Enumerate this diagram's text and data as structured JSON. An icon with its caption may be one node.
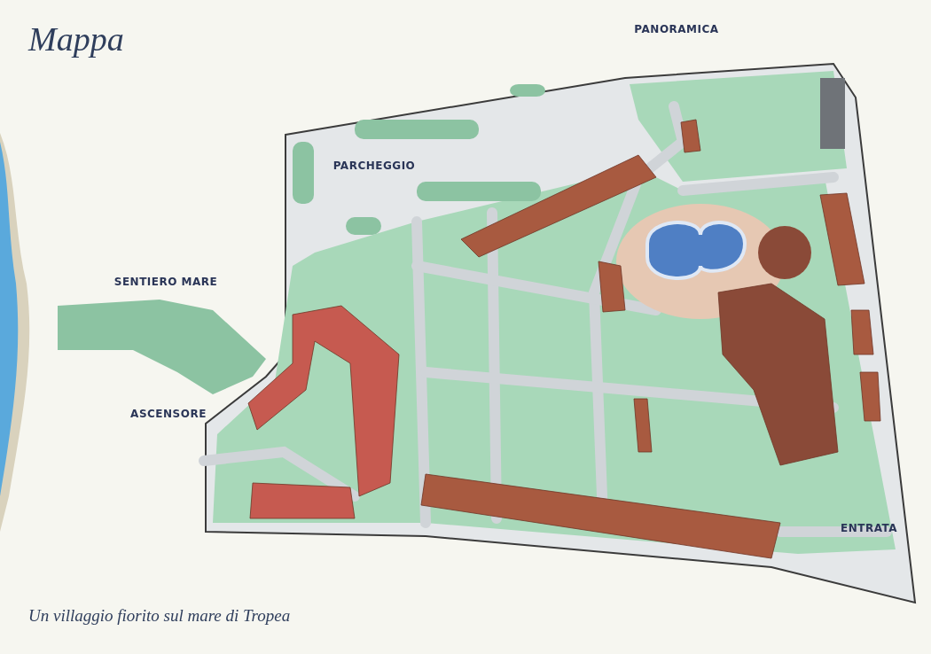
{
  "diagram": {
    "title": "Mappa",
    "caption": "Un villaggio fiorito sul mare di Tropea",
    "labels": [
      "PANORAMICA",
      "PARCHEGGIO",
      "SENTIERO MARE",
      "ASCENSORE",
      "ENTRATA"
    ]
  }
}
